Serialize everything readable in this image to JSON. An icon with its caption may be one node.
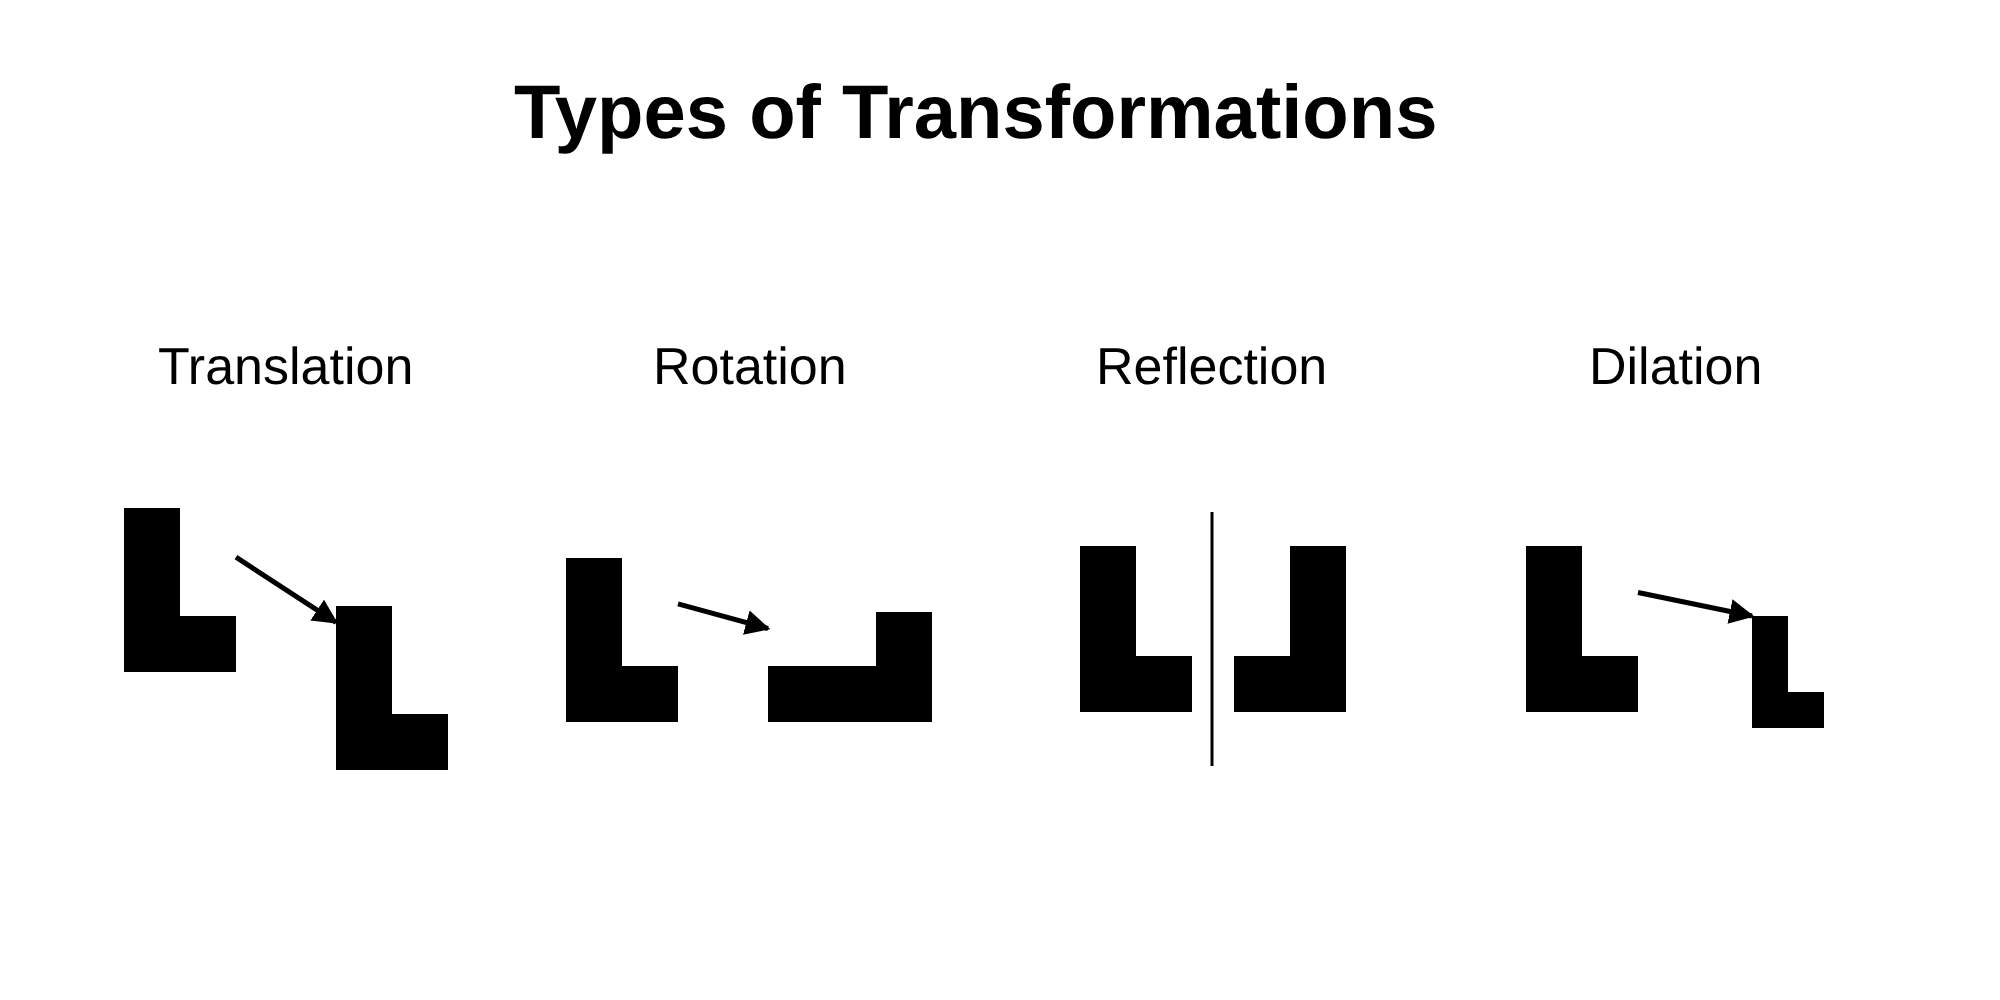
{
  "diagram": {
    "title": "Types of Transformations",
    "nodes": [
      {
        "text": [],
        "shape": "box"
      },
      {
        "text": [],
        "shape": "box"
      },
      {
        "text": [],
        "shape": "box"
      },
      {
        "text": [],
        "shape": "box"
      },
      {
        "text": [],
        "shape": "box"
      },
      {
        "text": [],
        "shape": "box"
      },
      {
        "text": [],
        "shape": "box"
      },
      {
        "text": [],
        "shape": "box"
      }
    ],
    "edges": [
      {
        "from": 0,
        "to": 1,
        "arrow": "to"
      },
      {
        "from": 2,
        "to": 3,
        "arrow": "to"
      },
      {
        "from": 6,
        "to": 7,
        "arrow": "to"
      }
    ],
    "labels": [
      "Translation",
      "Rotation",
      "Reflection",
      "Dilation"
    ]
  }
}
